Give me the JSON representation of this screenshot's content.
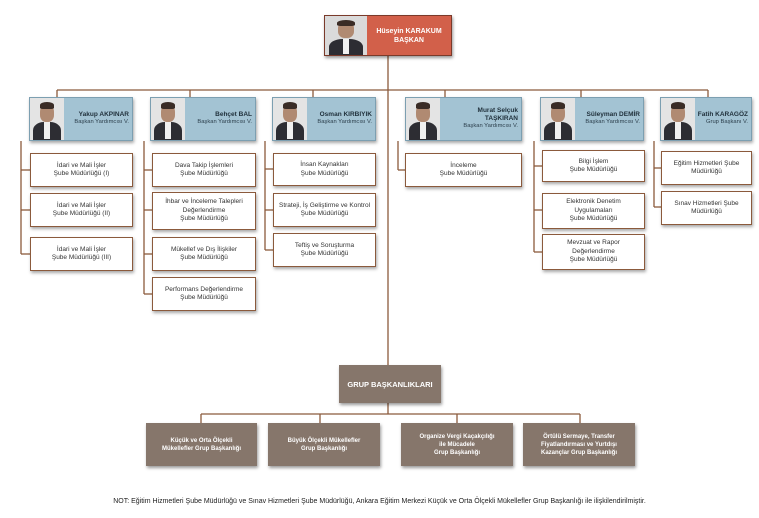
{
  "president": {
    "name": "Hüseyin KARAKUM",
    "title": "BAŞKAN"
  },
  "heads": [
    {
      "name": "Yakup AKPINAR",
      "title": "Başkan Yardımcısı V.",
      "units": [
        "İdari ve Mali İşler\nŞube Müdürlüğü (I)",
        "İdari ve Mali İşler\nŞube Müdürlüğü (II)",
        "İdari ve Mali İşler\nŞube Müdürlüğü (III)"
      ]
    },
    {
      "name": "Behçet BAL",
      "title": "Başkan Yardımcısı V.",
      "units": [
        "Dava Takip İşlemleri\nŞube Müdürlüğü",
        "İhbar ve İnceleme Talepleri\nDeğerlendirme\nŞube Müdürlüğü",
        "Mükellef ve Dış İlişkiler\nŞube Müdürlüğü",
        "Performans Değerlendirme\nŞube Müdürlüğü"
      ]
    },
    {
      "name": "Osman KIRBIYIK",
      "title": "Başkan Yardımcısı V.",
      "units": [
        "İnsan Kaynakları\nŞube Müdürlüğü",
        "Strateji, İş Geliştirme ve Kontrol\nŞube Müdürlüğü",
        "Teftiş ve Soruşturma\nŞube Müdürlüğü"
      ]
    },
    {
      "name": "Murat Selçuk\nTAŞKIRAN",
      "title": "Başkan Yardımcısı V.",
      "units": [
        "İnceleme\nŞube Müdürlüğü"
      ]
    },
    {
      "name": "Süleyman DEMİR",
      "title": "Başkan Yardımcısı V.",
      "units": [
        "Bilgi İşlem\nŞube Müdürlüğü",
        "Elektronik Denetim\nUygulamaları\nŞube Müdürlüğü",
        "Mevzuat ve Rapor\nDeğerlendirme\nŞube Müdürlüğü"
      ]
    },
    {
      "name": "Fatih KARAGÖZ",
      "title": "Grup Başkanı V.",
      "units": [
        "Eğitim Hizmetleri Şube\nMüdürlüğü",
        "Sınav Hizmetleri Şube\nMüdürlüğü"
      ]
    }
  ],
  "group": {
    "title": "GRUP BAŞKANLIKLARI",
    "units": [
      "Küçük ve Orta Ölçekli\nMükellefler Grup Başkanlığı",
      "Büyük Ölçekli Mükellefler\nGrup Başkanlığı",
      "Organize Vergi Kaçakçılığı\nile Mücadele\nGrup Başkanlığı",
      "Örtülü Sermaye, Transfer\nFiyatlandırması ve Yurtdışı\nKazançlar Grup Başkanlığı"
    ]
  },
  "note": "NOT: Eğitim Hizmetleri Şube Müdürlüğü ve Sınav Hizmetleri Şube Müdürlüğü, Ankara Eğitim Merkezi Küçük ve Orta Ölçekli Mükellefler Grup Başkanlığı ile ilişkilendirilmiştir.",
  "colors": {
    "line": "#8b5a3c",
    "president": "#d2604a",
    "head": "#a3c3d3",
    "group": "#86766b"
  }
}
